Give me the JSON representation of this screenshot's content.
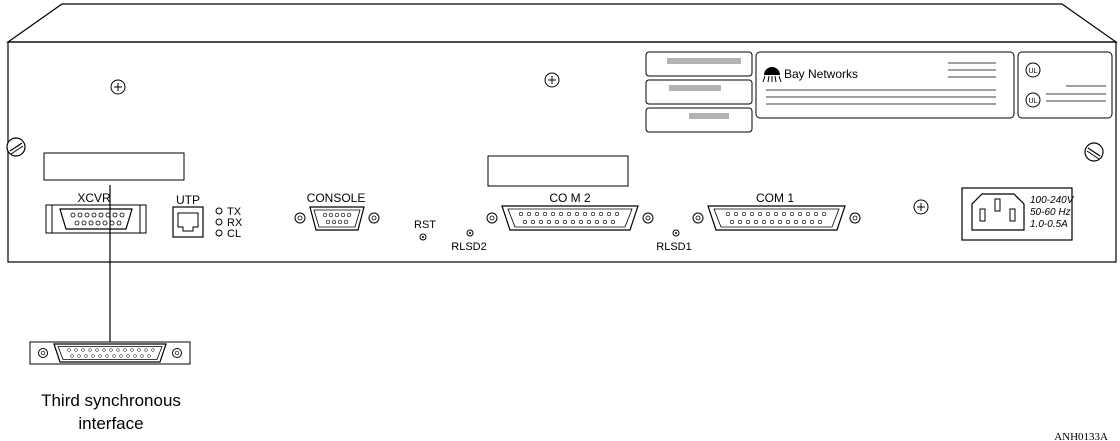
{
  "labels": {
    "xcvr": "XCVR",
    "utp": "UTP",
    "tx": "TX",
    "rx": "RX",
    "cl": "CL",
    "console": "CONSOLE",
    "rst": "RST",
    "com2": "CO M 2",
    "com1": "COM 1",
    "rlsd2": "RLSD2",
    "rlsd1": "RLSD1",
    "brand": "Bay Networks",
    "ul": "UL",
    "power_voltage": "100-240V",
    "power_freq": "50-60 Hz",
    "power_current": "1.0-0.5A",
    "caption_line1": "Third synchronous",
    "caption_line2": "interface",
    "figure_id": "ANH0133A"
  }
}
